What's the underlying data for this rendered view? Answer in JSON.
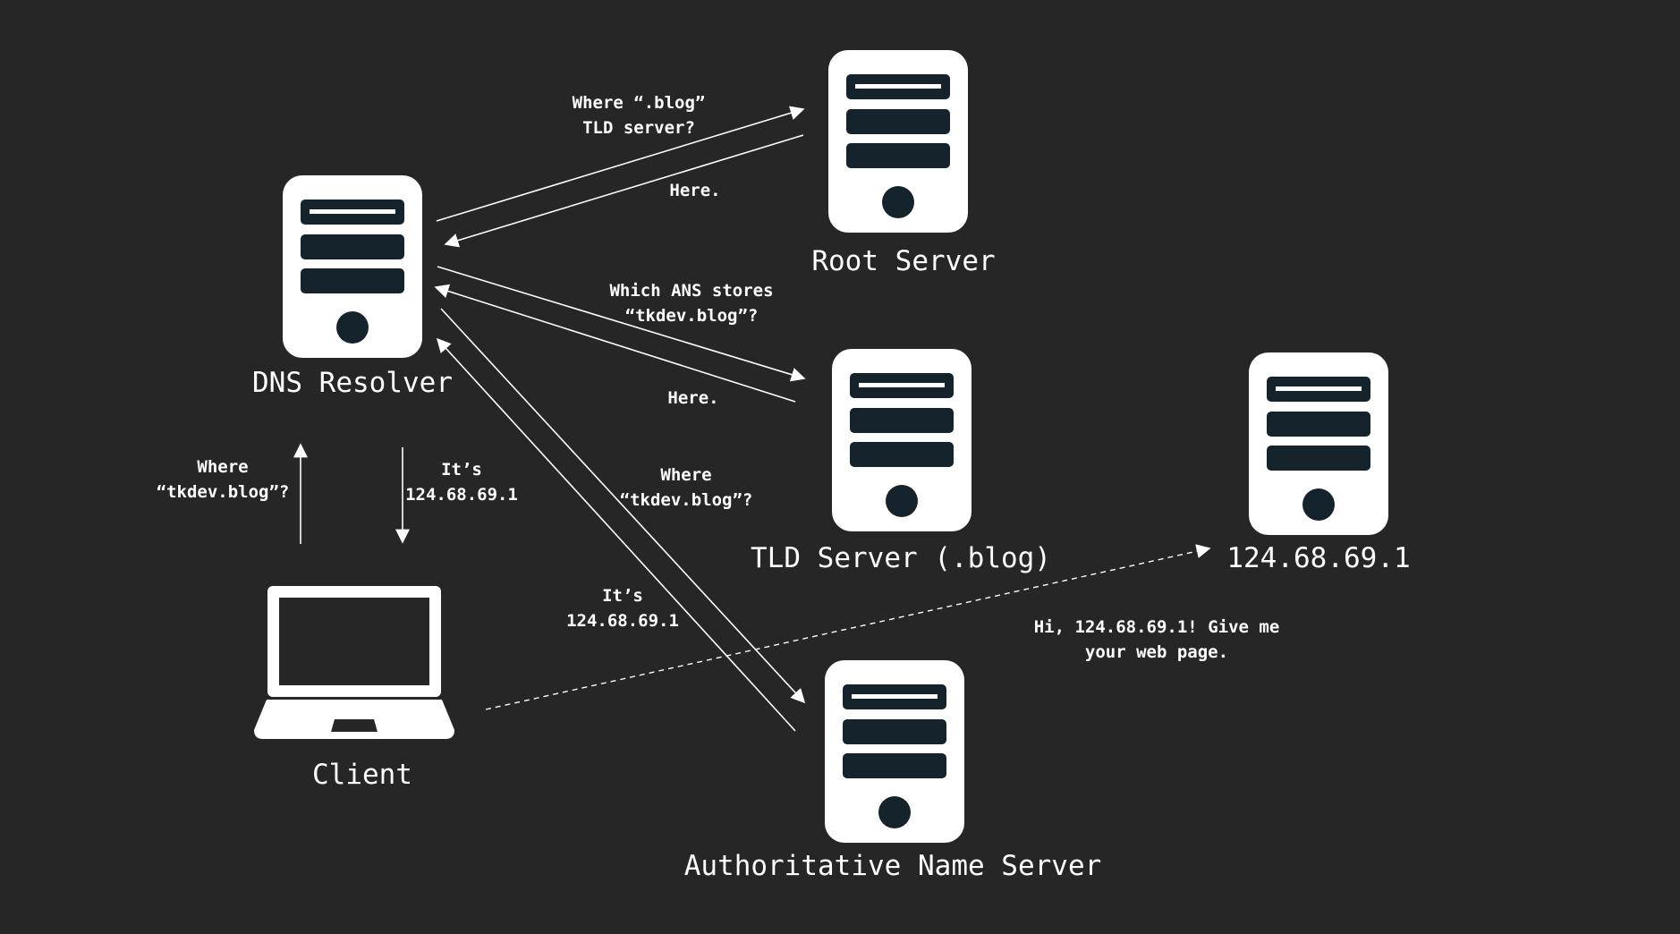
{
  "colors": {
    "background": "#262626",
    "device": "#ffffff",
    "device_inset": "#14232c",
    "arrow": "#ffffff"
  },
  "nodes": {
    "dns_resolver": {
      "label": "DNS Resolver"
    },
    "root_server": {
      "label": "Root Server"
    },
    "tld_server": {
      "label": "TLD Server (.blog)"
    },
    "authoritative_server": {
      "label": "Authoritative Name Server"
    },
    "web_server": {
      "label": "124.68.69.1"
    },
    "client": {
      "label": "Client"
    }
  },
  "messages": {
    "resolver_to_root": [
      "Where “.blog”",
      "TLD server?"
    ],
    "root_to_resolver": [
      "Here."
    ],
    "resolver_to_tld": [
      "Which ANS stores",
      "“tkdev.blog”?"
    ],
    "tld_to_resolver": [
      "Here."
    ],
    "resolver_to_ans": [
      "Where",
      "“tkdev.blog”?"
    ],
    "ans_to_resolver": [
      "It’s",
      "124.68.69.1"
    ],
    "client_to_resolver": [
      "Where",
      "“tkdev.blog”?"
    ],
    "resolver_to_client": [
      "It’s",
      "124.68.69.1"
    ],
    "client_to_web": [
      "Hi, 124.68.69.1! Give me",
      "your web page."
    ]
  }
}
